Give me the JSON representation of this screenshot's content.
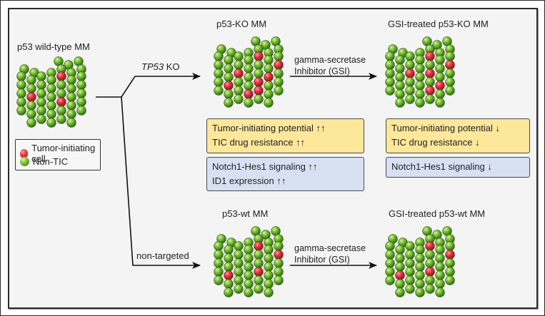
{
  "colors": {
    "tic_cell": "#d8323a",
    "non_tic_cell": "#6bb52e",
    "panel_background": "#f4f4f4",
    "yellow_box": "#fde79a",
    "blue_box": "#d8e1f2"
  },
  "legend": {
    "items": [
      {
        "label": "Tumor-initiating cell",
        "type": "tic"
      },
      {
        "label": "Non-TIC",
        "type": "non_tic"
      }
    ]
  },
  "populations": {
    "wild_type": {
      "title": "p53 wild-type MM",
      "tic_cells": [
        [
          2,
          4
        ],
        [
          3,
          7
        ],
        [
          4,
          1
        ],
        [
          5,
          4
        ]
      ]
    },
    "p53_ko": {
      "title": "p53-KO MM",
      "tic_cells": [
        [
          2,
          4
        ],
        [
          3,
          6
        ],
        [
          4,
          2
        ],
        [
          4,
          5
        ],
        [
          5,
          1
        ],
        [
          5,
          4
        ],
        [
          6,
          3
        ],
        [
          6,
          4
        ]
      ]
    },
    "gsi_p53_ko": {
      "title": "GSI-treated p53-KO MM",
      "tic_cells": [
        [
          2,
          4
        ],
        [
          3,
          6
        ],
        [
          4,
          2
        ],
        [
          4,
          4
        ],
        [
          5,
          5
        ],
        [
          6,
          4
        ]
      ]
    },
    "p53_wt": {
      "title": "p53-wt MM",
      "tic_cells": [
        [
          2,
          4
        ],
        [
          3,
          6
        ],
        [
          5,
          1
        ],
        [
          5,
          4
        ]
      ]
    },
    "gsi_p53_wt": {
      "title": "GSI-treated p53-wt MM",
      "tic_cells": [
        [
          2,
          4
        ],
        [
          3,
          6
        ],
        [
          5,
          1
        ],
        [
          5,
          4
        ]
      ]
    }
  },
  "arrows": {
    "knockout": {
      "label_italic": "TP53",
      "label_rest": " KO"
    },
    "non_targeted": {
      "label": "non-targeted"
    },
    "gsi_top": {
      "line1": "gamma-secretase",
      "line2": "Inhibitor (GSI)"
    },
    "gsi_bottom": {
      "line1": "gamma-secretase",
      "line2": "Inhibitor (GSI)"
    }
  },
  "effects": {
    "p53_ko": {
      "phenotype": [
        "Tumor-initiating potential ↑↑",
        "TIC drug resistance ↑↑"
      ],
      "signaling": [
        "Notch1-Hes1 signaling ↑↑",
        "ID1 expression ↑↑"
      ]
    },
    "gsi_p53_ko": {
      "phenotype": [
        "Tumor-initiating potential ↓",
        "TIC drug resistance ↓"
      ],
      "signaling": [
        "Notch1-Hes1 signaling ↓"
      ]
    }
  }
}
